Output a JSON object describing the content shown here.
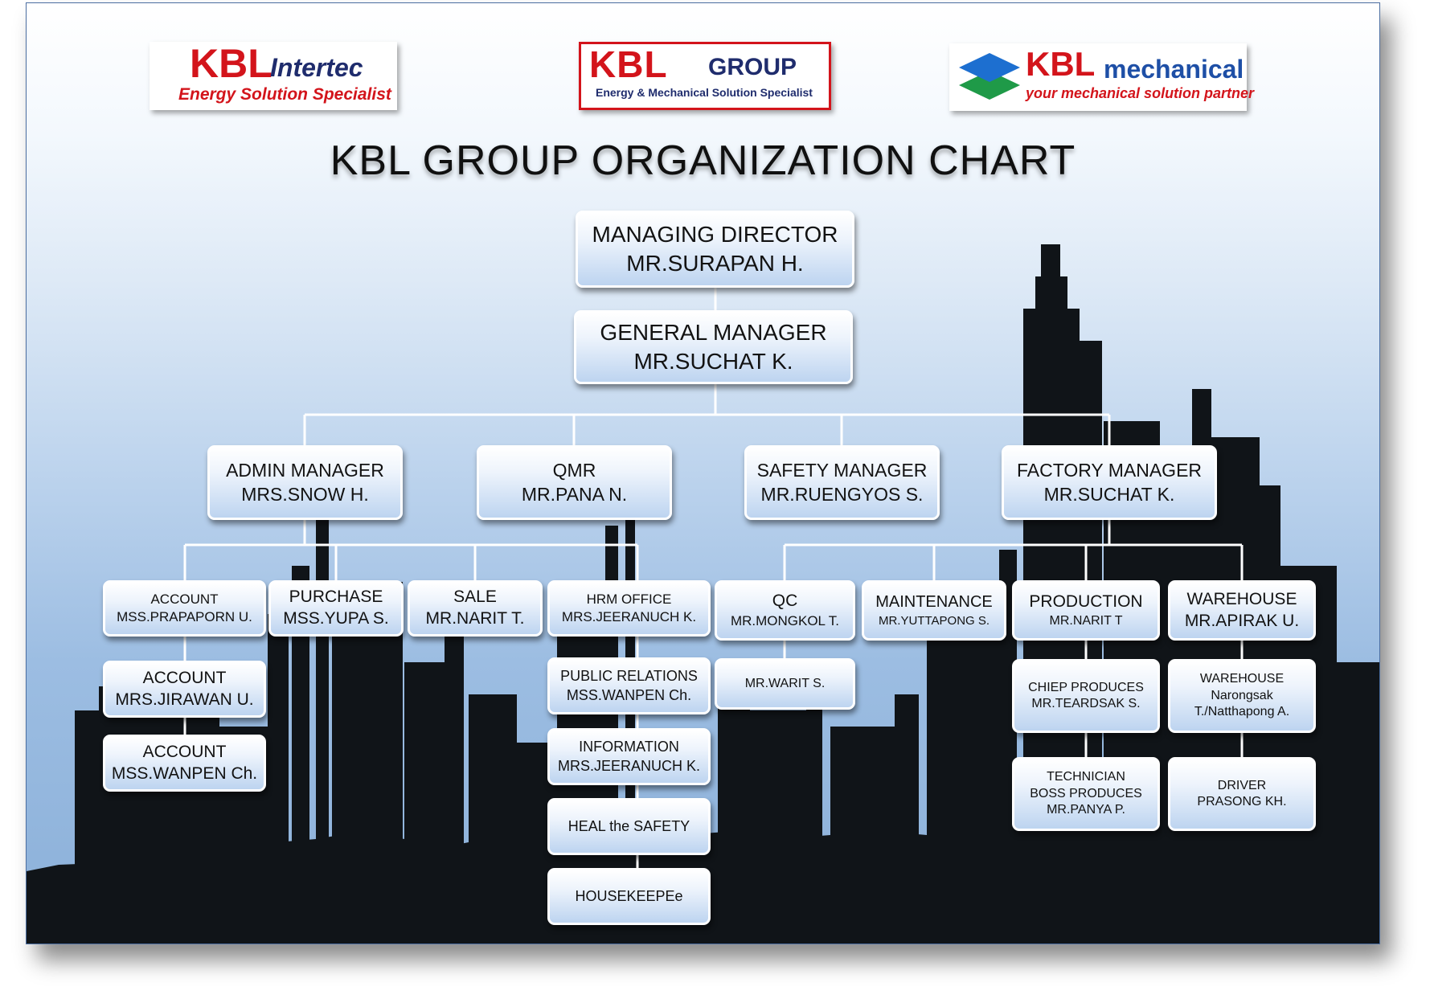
{
  "logos": {
    "intertec": {
      "brand": "KBL",
      "name": "Intertec",
      "tagline": "Energy Solution Specialist"
    },
    "group": {
      "brand": "KBL",
      "name": "GROUP",
      "tagline": "Energy & Mechanical Solution Specialist"
    },
    "mechanical": {
      "brand": "KBL",
      "name": "mechanical",
      "tagline": "your mechanical solution partner"
    }
  },
  "title": "KBL GROUP ORGANIZATION CHART",
  "nodes": {
    "md": {
      "role": "MANAGING DIRECTOR",
      "name": "MR.SURAPAN H."
    },
    "gm": {
      "role": "GENERAL MANAGER",
      "name": "MR.SUCHAT K."
    },
    "admin": {
      "role": "ADMIN MANAGER",
      "name": "MRS.SNOW H."
    },
    "qmr": {
      "role": "QMR",
      "name": "MR.PANA N."
    },
    "safety": {
      "role": "SAFETY MANAGER",
      "name": "MR.RUENGYOS S."
    },
    "factory": {
      "role": "FACTORY MANAGER",
      "name": "MR.SUCHAT K."
    },
    "account1": {
      "role": "ACCOUNT",
      "name": "MSS.PRAPAPORN U."
    },
    "purchase": {
      "role": "PURCHASE",
      "name": "MSS.YUPA S."
    },
    "sale": {
      "role": "SALE",
      "name": "MR.NARIT T."
    },
    "hrm": {
      "role": "HRM OFFICE",
      "name": "MRS.JEERANUCH K."
    },
    "account2": {
      "role": "ACCOUNT",
      "name": "MRS.JIRAWAN U."
    },
    "account3": {
      "role": "ACCOUNT",
      "name": "MSS.WANPEN Ch."
    },
    "pr": {
      "role": "PUBLIC RELATIONS",
      "name": "MSS.WANPEN Ch."
    },
    "info": {
      "role": "INFORMATION",
      "name": "MRS.JEERANUCH K."
    },
    "heal": {
      "role": "HEAL the SAFETY"
    },
    "housekeep": {
      "role": "HOUSEKEEPEe"
    },
    "qc": {
      "role": "QC",
      "name": "MR.MONGKOL T."
    },
    "warit": {
      "name": "MR.WARIT S."
    },
    "maintenance": {
      "role": "MAINTENANCE",
      "name": "MR.YUTTAPONG S."
    },
    "production": {
      "role": "PRODUCTION",
      "name": "MR.NARIT T"
    },
    "chief": {
      "role": "CHIEP PRODUCES",
      "name": "MR.TEARDSAK S."
    },
    "technician": {
      "role": "TECHNICIAN",
      "role2": "BOSS PRODUCES",
      "name": "MR.PANYA P."
    },
    "warehouse": {
      "role": "WAREHOUSE",
      "name": "MR.APIRAK U."
    },
    "warehouse2": {
      "role": "WAREHOUSE",
      "name": "Narongsak",
      "name2": "T./Natthapong A."
    },
    "driver": {
      "role": "DRIVER",
      "name": "PRASONG KH."
    }
  },
  "colors": {
    "connector": "#ffffff",
    "silhouette": "#101418",
    "box_border": "#ffffff",
    "brand_red": "#d3141b",
    "brand_navy": "#1f2c6d"
  }
}
